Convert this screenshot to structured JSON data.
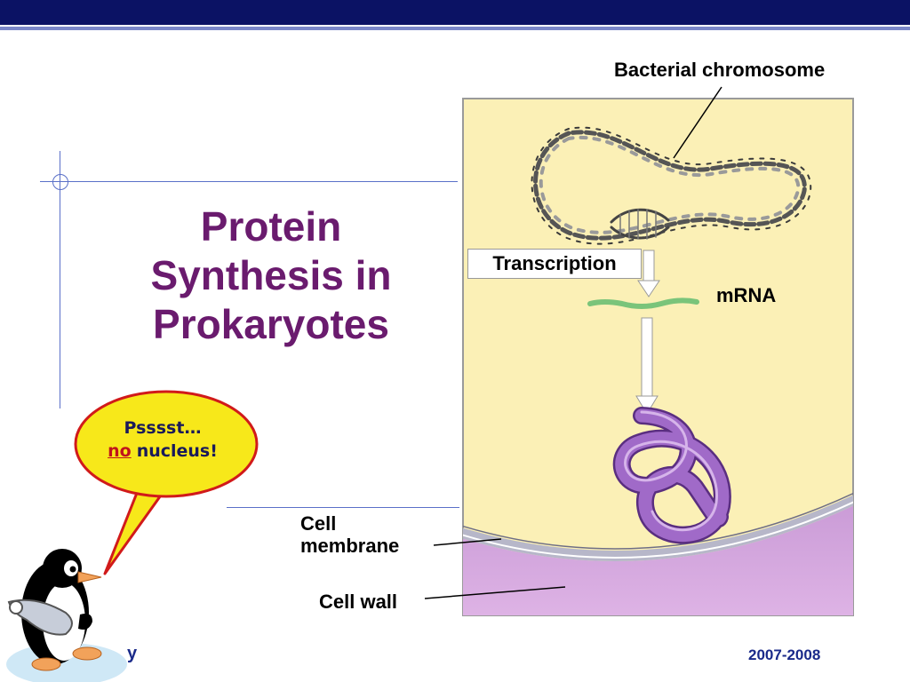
{
  "slide": {
    "title_line1": "Protein",
    "title_line2": "Synthesis in",
    "title_line3": "Prokaryotes"
  },
  "bubble": {
    "line1": "Psssst…",
    "emphasis": "no",
    "line2_rest": "nucleus!"
  },
  "diagram": {
    "label_chromosome": "Bacterial chromosome",
    "label_transcription": "Transcription",
    "label_mrna": "mRNA",
    "label_membrane_line1": "Cell",
    "label_membrane_line2": "membrane",
    "label_wall": "Cell wall"
  },
  "footer": {
    "left_fragment": "y",
    "year": "2007-2008"
  },
  "colors": {
    "title": "#6a1b6e",
    "top_bar": "#0b1264",
    "cell_interior": "#fbf0b6",
    "cell_wall": "#d9a8e0",
    "protein": "#9b5bc0",
    "mrna": "#7ac47a",
    "bubble_fill": "#f7e81a",
    "bubble_stroke": "#d11a1a"
  },
  "icons": {
    "mascot": "penguin-icon",
    "arrow": "down-arrow-icon"
  }
}
